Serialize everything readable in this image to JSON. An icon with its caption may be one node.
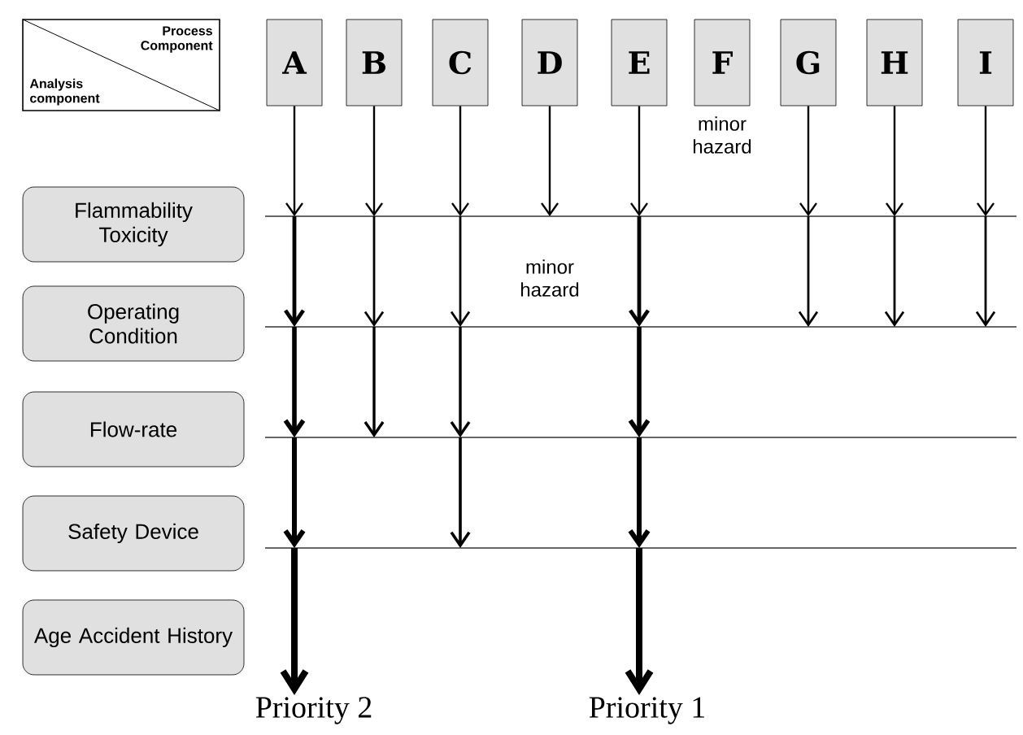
{
  "diagram": {
    "nodes": [
      {
        "text": [
          "Process Component",
          "Analysis component"
        ]
      },
      {
        "text": [
          "A"
        ]
      },
      {
        "text": [
          "B"
        ]
      },
      {
        "text": [
          "C"
        ]
      },
      {
        "text": [
          "D"
        ]
      },
      {
        "text": [
          "E"
        ]
      },
      {
        "text": [
          "F"
        ]
      },
      {
        "text": [
          "G"
        ]
      },
      {
        "text": [
          "H"
        ]
      },
      {
        "text": [
          "I"
        ]
      },
      {
        "text": [
          "Flammability Toxicity"
        ]
      },
      {
        "text": [
          "Operating Condition"
        ]
      },
      {
        "text": [
          "Flow-rate"
        ]
      },
      {
        "text": [
          "Safety Device"
        ]
      },
      {
        "text": [
          "Age Accident History"
        ]
      },
      {
        "text": [
          "Priority 2"
        ]
      },
      {
        "text": [
          "Priority 1"
        ]
      }
    ],
    "edges": [
      {
        "from": 1,
        "to": 15,
        "arrow": "to",
        "style": "thick"
      },
      {
        "from": 2,
        "to": null,
        "arrow": "to"
      },
      {
        "from": 3,
        "to": null,
        "arrow": "to"
      },
      {
        "from": 4,
        "to": null,
        "arrow": "to"
      },
      {
        "from": 5,
        "to": 16,
        "arrow": "to",
        "style": "thick"
      },
      {
        "from": 7,
        "to": null,
        "arrow": "to"
      },
      {
        "from": 8,
        "to": null,
        "arrow": "to"
      },
      {
        "from": 9,
        "to": null,
        "arrow": "to"
      }
    ],
    "labels": [
      "minor hazard",
      "minor hazard"
    ]
  }
}
